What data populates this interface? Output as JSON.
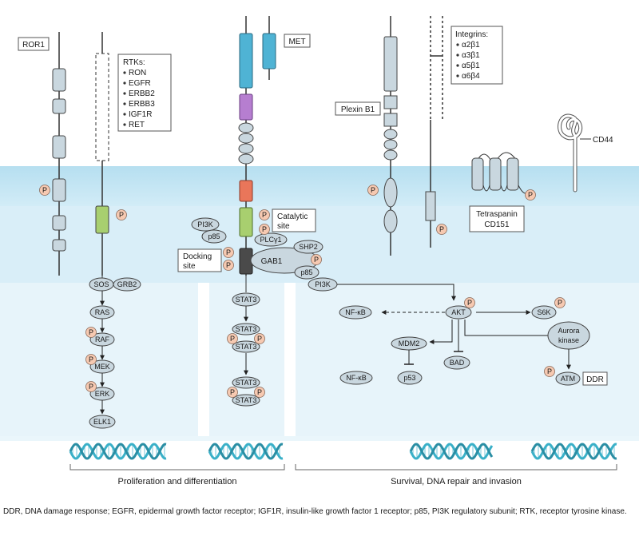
{
  "receptors": {
    "ror1": "ROR1",
    "rtks_title": "RTKs:",
    "rtks": [
      "RON",
      "EGFR",
      "ERBB2",
      "ERBB3",
      "IGF1R",
      "RET"
    ],
    "met": "MET",
    "integrins_title": "Integrins:",
    "integrins": [
      "α2β1",
      "α3β1",
      "α5β1",
      "α6β4"
    ],
    "plexin": "Plexin B1",
    "cd44": "CD44",
    "tetraspanin": [
      "Tetraspanin",
      "CD151"
    ]
  },
  "phospho": "P",
  "met_complex": {
    "pi3k": "PI3K",
    "p85": "p85",
    "catalytic": [
      "Catalytic",
      "site"
    ],
    "docking": [
      "Docking",
      "site"
    ],
    "plcg": "PLCγ1",
    "shp2": "SHP2",
    "gab1": "GAB1",
    "p85b": "p85",
    "pi3kb": "PI3K"
  },
  "mapk": {
    "sos": "SOS",
    "grb2": "GRB2",
    "ras": "RAS",
    "raf": "RAF",
    "mek": "MEK",
    "erk": "ERK",
    "elk1": "ELK1"
  },
  "stat3": "STAT3",
  "pi3k_branch": {
    "nfkb1": "NF-κB",
    "akt": "AKT",
    "s6k": "S6K",
    "mdm2": "MDM2",
    "bad": "BAD",
    "aurora": [
      "Aurora",
      "kinase"
    ],
    "nfkb2": "NF-κB",
    "p53": "p53",
    "atm": "ATM",
    "ddr": "DDR"
  },
  "outcomes": {
    "left": "Proliferation and differentiation",
    "right": "Survival, DNA repair and invasion"
  },
  "footnote": "DDR, DNA damage response; EGFR, epidermal growth factor receptor; IGF1R, insulin-like growth factor 1 receptor; p85, PI3K regulatory subunit; RTK, receptor tyrosine kinase.",
  "colors": {
    "membrane": "#c5e5f3",
    "cytoplasm": "#dcf0f8",
    "nucleus": "#eaf6fb",
    "protein": "#c9d7df",
    "phospho": "#f6c9b1",
    "met_blue": "#4fb3d4",
    "purple": "#b67ed0",
    "red": "#e9765a",
    "green": "#a8cf6f",
    "dna": "#3ab0c8"
  }
}
